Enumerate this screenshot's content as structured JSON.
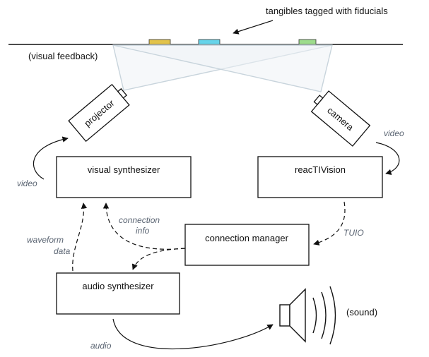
{
  "labels": {
    "tangibles": "tangibles tagged with fiducials",
    "visual_feedback": "(visual feedback)",
    "projector": "projector",
    "camera": "camera",
    "video_left": "video",
    "video_right": "video",
    "connection_info_1": "connection",
    "connection_info_2": "info",
    "waveform_1": "waveform",
    "waveform_2": "data",
    "tuio": "TUIO",
    "audio": "audio",
    "sound": "(sound)"
  },
  "boxes": {
    "visual_synthesizer": "visual synthesizer",
    "reactivision": "reacTIVision",
    "connection_manager": "connection manager",
    "audio_synthesizer": "audio synthesizer"
  },
  "colors": {
    "tangible_yellow": "#e2c34a",
    "tangible_cyan": "#66d4ea",
    "tangible_green": "#9ddc8c",
    "frustum": "#c8d4dc",
    "italic_text": "#5a6472"
  }
}
